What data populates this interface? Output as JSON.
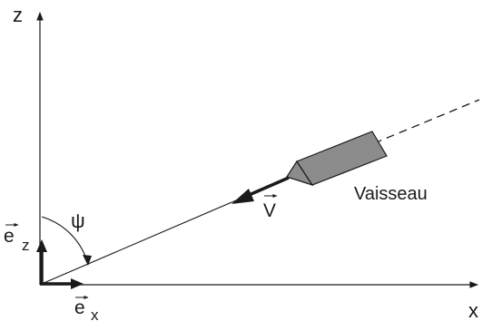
{
  "labels": {
    "z_axis": "z",
    "x_axis": "x",
    "e_z": "e",
    "e_z_sub": "z",
    "e_x": "e",
    "e_x_sub": "x",
    "psi": "ψ",
    "velocity": "V",
    "vessel": "Vaisseau"
  },
  "colors": {
    "line": "#1a1a1a",
    "vessel_fill": "#8c8c8c",
    "background": "#ffffff"
  }
}
